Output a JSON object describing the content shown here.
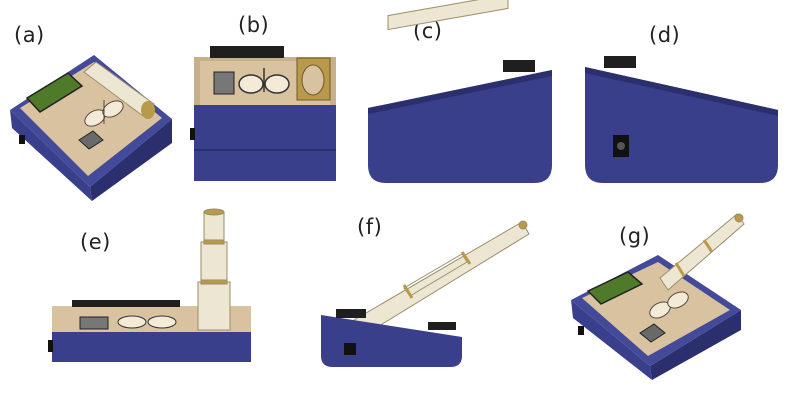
{
  "figure": {
    "panel_labels": [
      "(a)",
      "(b)",
      "(c)",
      "(d)",
      "(e)",
      "(f)",
      "(g)"
    ],
    "colors": {
      "body_blue": "#3a3f8c",
      "body_blue_dark": "#2b2f6e",
      "panel_tan": "#d9c2a0",
      "lcd_green": "#4f7a2a",
      "tube_cream": "#ece6d2",
      "ring_gold": "#b89a4a",
      "handle_black": "#1f1f1f"
    },
    "icons": [
      "lung-icon",
      "lcd-display",
      "push-button",
      "power-jack",
      "spirometer-tube"
    ]
  }
}
